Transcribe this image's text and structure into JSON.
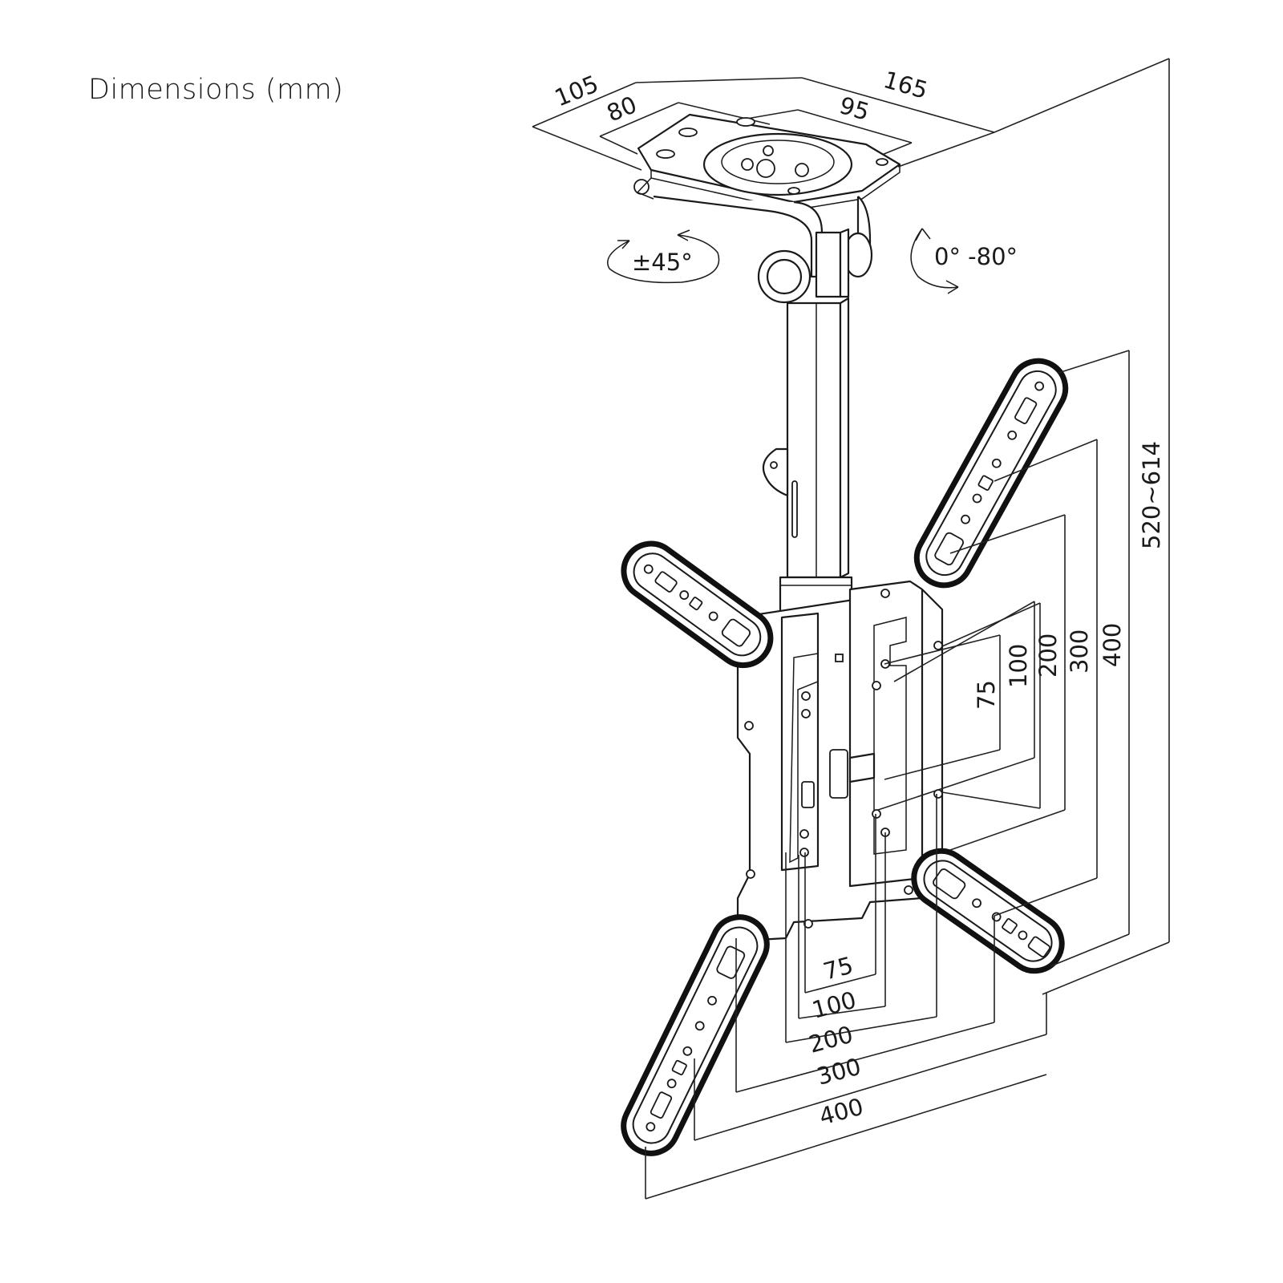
{
  "title": "Dimensions (mm)",
  "angles": {
    "swivel": "±45°",
    "tilt": "0° -80°"
  },
  "dimensions": {
    "top_depth_outer": "105",
    "top_depth_inner": "80",
    "top_width_outer": "165",
    "top_width_inner": "95",
    "height_range": "520~614",
    "vesa_v_75": "75",
    "vesa_v_100": "100",
    "vesa_v_200": "200",
    "vesa_v_300": "300",
    "vesa_v_400": "400",
    "vesa_h_75": "75",
    "vesa_h_100": "100",
    "vesa_h_200": "200",
    "vesa_h_300": "300",
    "vesa_h_400": "400"
  }
}
